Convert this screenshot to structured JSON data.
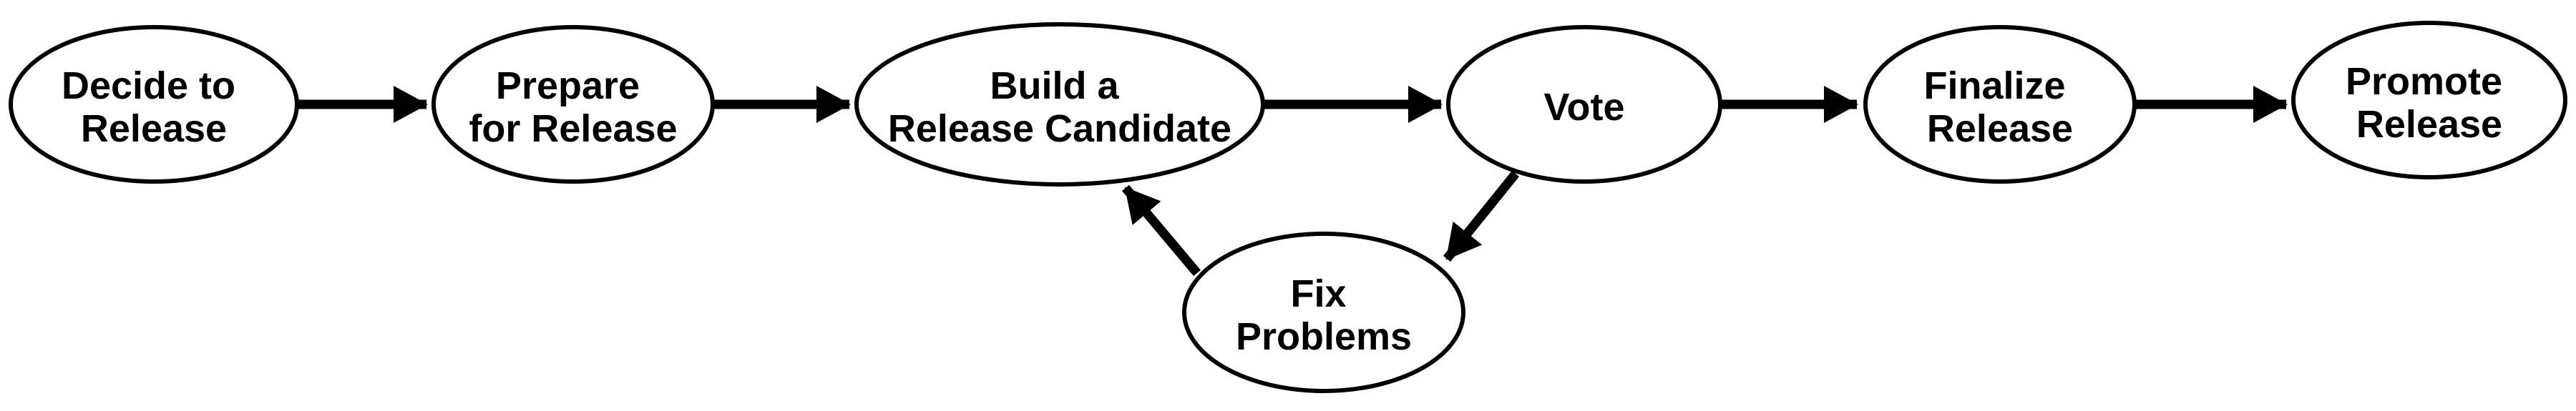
{
  "diagram": {
    "type": "flowchart",
    "background_color": "#ffffff",
    "node_fill_color": "#ffffff",
    "line_color": "#000000",
    "text_color": "#000000",
    "nodes": [
      {
        "id": "decide-to-release",
        "label": "Decide to Release",
        "lines": [
          "Decide to",
          "Release"
        ]
      },
      {
        "id": "prepare-for-release",
        "label": "Prepare for Release",
        "lines": [
          "Prepare",
          "for Release"
        ]
      },
      {
        "id": "build-a-release-candidate",
        "label": "Build a Release Candidate",
        "lines": [
          "Build a",
          "Release Candidate"
        ]
      },
      {
        "id": "vote",
        "label": "Vote",
        "lines": [
          "Vote"
        ]
      },
      {
        "id": "finalize-release",
        "label": "Finalize Release",
        "lines": [
          "Finalize",
          "Release"
        ]
      },
      {
        "id": "promote-release",
        "label": "Promote Release",
        "lines": [
          "Promote",
          "Release"
        ]
      },
      {
        "id": "fix-problems",
        "label": "Fix Problems",
        "lines": [
          "Fix",
          "Problems"
        ]
      }
    ],
    "edges": [
      {
        "from": "decide-to-release",
        "to": "prepare-for-release"
      },
      {
        "from": "prepare-for-release",
        "to": "build-a-release-candidate"
      },
      {
        "from": "build-a-release-candidate",
        "to": "vote"
      },
      {
        "from": "vote",
        "to": "finalize-release"
      },
      {
        "from": "finalize-release",
        "to": "promote-release"
      },
      {
        "from": "vote",
        "to": "fix-problems"
      },
      {
        "from": "fix-problems",
        "to": "build-a-release-candidate"
      }
    ]
  }
}
